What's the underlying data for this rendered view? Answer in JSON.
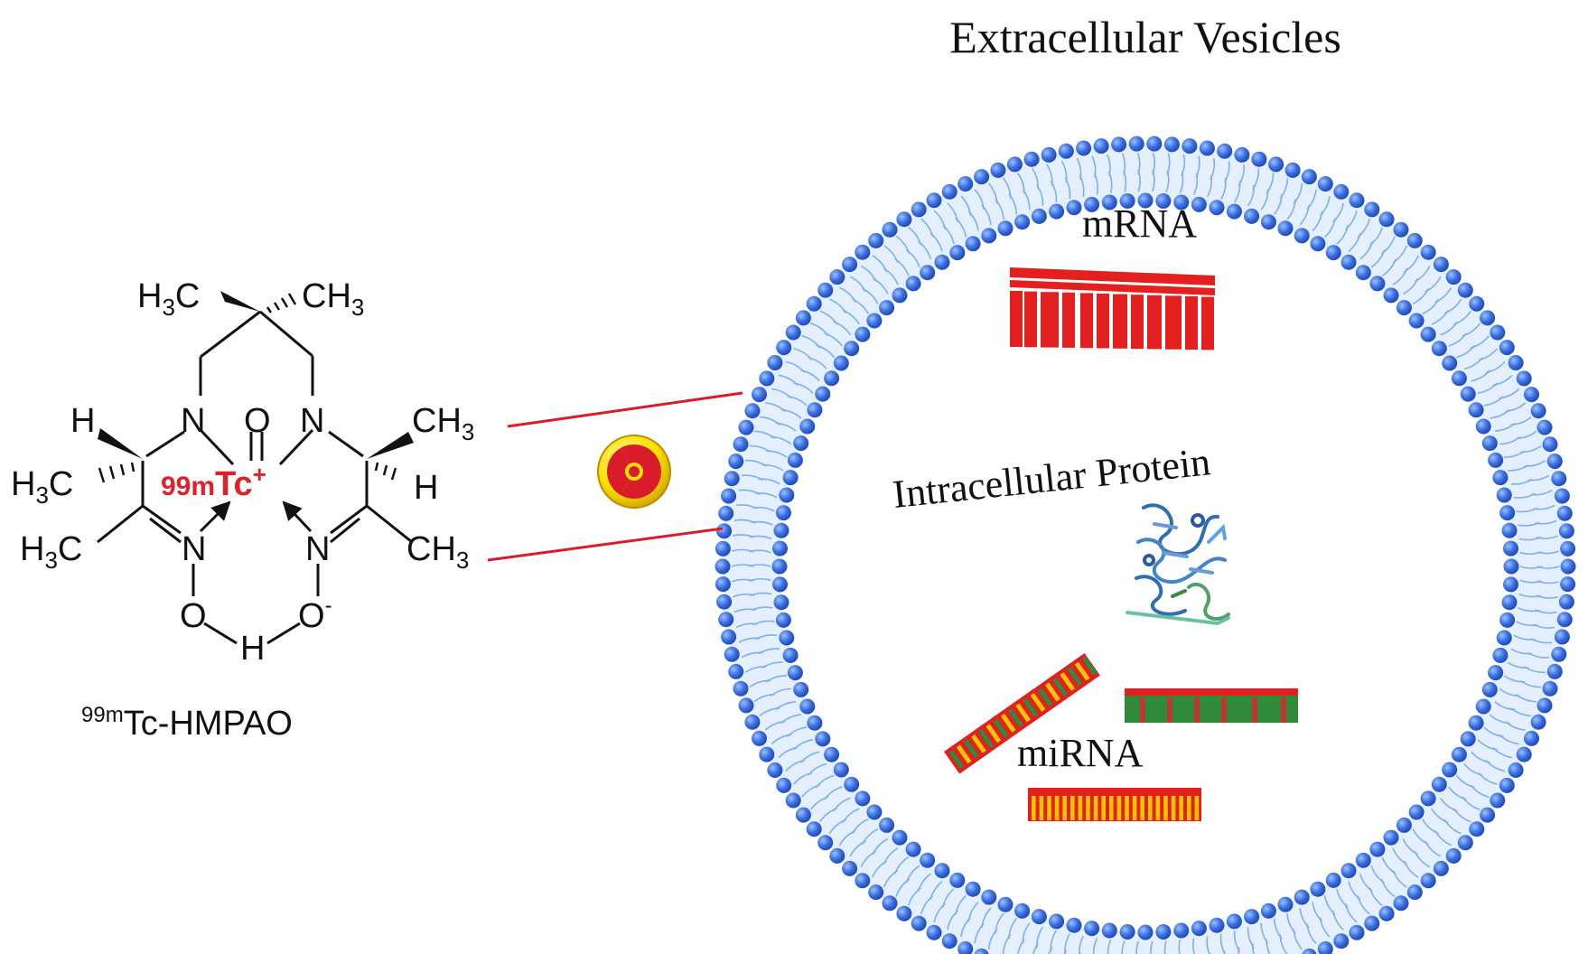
{
  "title": "Extracellular Vesicles",
  "molecule": {
    "name_sup": "99m",
    "name_main": "Tc-HMPAO",
    "metal_sup": "99m",
    "metal": "Tc",
    "metal_charge": "+",
    "oxo": "O",
    "N": "N",
    "O": "O",
    "H": "H",
    "C": "C",
    "subscript_3": "3",
    "neg_charge": "-"
  },
  "cargo": {
    "mrna_label": "mRNA",
    "protein_label": "Intracellular Protein",
    "mirna_label": "miRNA"
  },
  "colors": {
    "membrane_head": "#2f63d6",
    "membrane_tail": "#7fb0ea",
    "connector": "#d81c2a",
    "mrna": "#e41f1f",
    "mirna_green": "#2f8a3a",
    "mirna_yellow": "#f5c500",
    "metal_label": "#e0202a",
    "radiation_yellow": "#ffe100",
    "radiation_red": "#d81c2a"
  },
  "icons": {
    "radiation": "radiation-trefoil-icon",
    "protein": "protein-ribbon-icon"
  }
}
